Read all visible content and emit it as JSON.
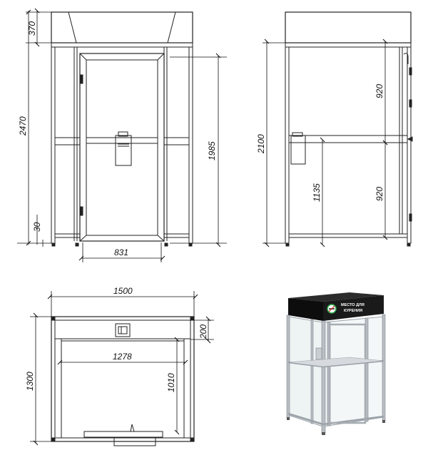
{
  "front_view": {
    "dim_canopy": "370",
    "dim_total_height": "2470",
    "dim_base_offset": "30",
    "dim_door_height": "1985",
    "dim_door_width": "831"
  },
  "side_view": {
    "dim_body_height": "2100",
    "dim_upper_panel": "920",
    "dim_shelf_height": "1135",
    "dim_lower_panel": "920"
  },
  "top_view": {
    "dim_total_width": "1500",
    "dim_total_depth": "1300",
    "dim_canopy_depth": "200",
    "dim_inner_width": "1278",
    "dim_inner_depth": "1010"
  },
  "render": {
    "sign_line1": "МЕСТО ДЛЯ",
    "sign_line2": "КУРЕНИЯ",
    "sign_icon": "no-cigarette-icon",
    "canopy_color": "#1a1a1a",
    "frame_color": "#b9bec4",
    "glass_color": "#eef3f4"
  }
}
